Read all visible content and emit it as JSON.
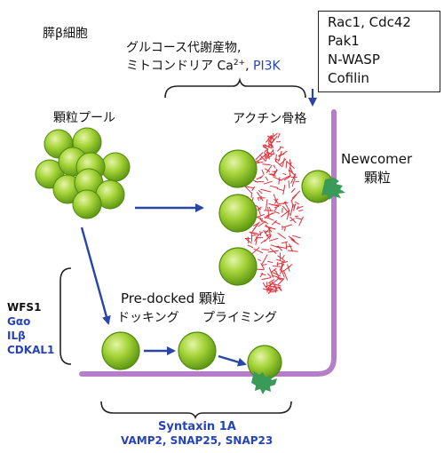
{
  "cell_title": "膵β細胞",
  "metabolites": {
    "line1": "グルコース代謝産物,",
    "line2_prefix": "ミトコンドリア Ca",
    "line2_sup": "2+",
    "line2_sep": ",",
    "line2_highlight": "PI3K"
  },
  "actin_regulators": [
    "Rac1, Cdc42",
    "Pak1",
    "N-WASP",
    "Cofilin"
  ],
  "granule_pool_label": "顆粒プール",
  "actin_label": "アクチン骨格",
  "newcomer_label": [
    "Newcomer",
    "顆粒"
  ],
  "predocked_label": "Pre-docked 顆粒",
  "docking_label": "ドッキング",
  "priming_label": "プライミング",
  "factors_left": {
    "first": "WFS1",
    "others": [
      "Gαo",
      "ILβ",
      "CDKAL1"
    ]
  },
  "snare": {
    "line1": "Syntaxin 1A",
    "line2": "VAMP2, SNAP25, SNAP23"
  },
  "colors": {
    "membrane": "#b57ec9",
    "granule": "#7cb41f",
    "granule_dark": "#4f8a0e",
    "arrow": "#2746a6",
    "actin": "#e0303a",
    "fusion": "#3a9a57",
    "highlight_text": "#2743b8"
  }
}
